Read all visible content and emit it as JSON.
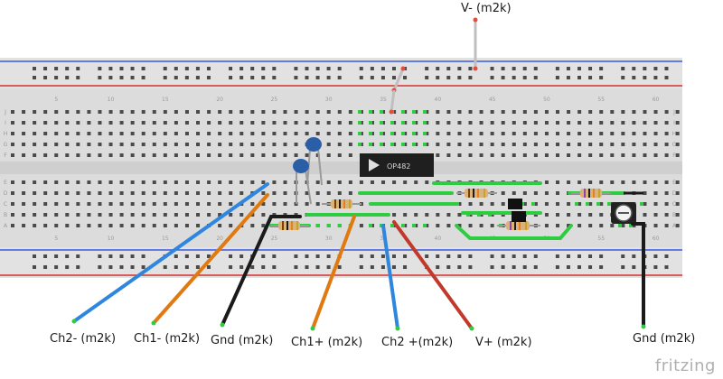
{
  "labels": {
    "v_minus": "V- (m2k)",
    "ch2_minus": "Ch2- (m2k)",
    "ch1_minus": "Ch1- (m2k)",
    "gnd_left": "Gnd (m2k)",
    "ch1_plus": "Ch1+ (m2k)",
    "ch2_plus": "Ch2 +(m2k)",
    "v_plus": "V+ (m2k)",
    "gnd_right": "Gnd (m2k)"
  },
  "chip": {
    "part": "OP482"
  },
  "breadboard": {
    "column_numbers": [
      "5",
      "10",
      "15",
      "20",
      "25",
      "30",
      "35",
      "40",
      "45",
      "50",
      "55",
      "60"
    ],
    "row_letters_top": [
      "J",
      "I",
      "H",
      "G",
      "F"
    ],
    "row_letters_bottom": [
      "E",
      "D",
      "C",
      "B",
      "A"
    ]
  },
  "colors": {
    "wire_blue": "#2e86de",
    "wire_orange": "#e07a10",
    "wire_black": "#1a1a1a",
    "wire_red": "#c0392b",
    "trace_green": "#2ecc40",
    "rail_blue": "#3b5bdb",
    "rail_red": "#d63031",
    "board": "#dcdcdc"
  },
  "watermark": "fritzing"
}
